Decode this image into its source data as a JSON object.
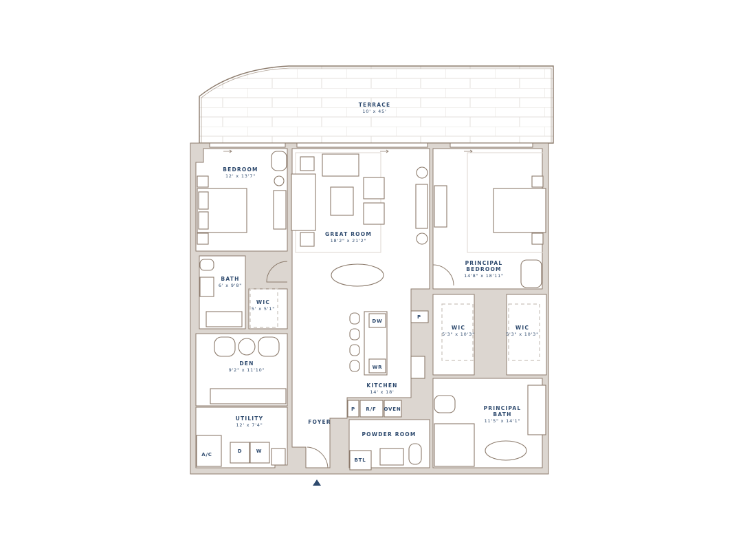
{
  "colors": {
    "wall": "#dcd6d0",
    "line": "#8c7b6c",
    "label": "#2e4a6e",
    "tile": "#e3dfdb"
  },
  "rooms": {
    "terrace": {
      "name": "TERRACE",
      "dims": "10' x 45'"
    },
    "bedroom": {
      "name": "BEDROOM",
      "dims": "12' x 13'7\""
    },
    "great_room": {
      "name": "GREAT ROOM",
      "dims": "18'2\" x 21'2\""
    },
    "principal_bedroom": {
      "name1": "PRINCIPAL",
      "name2": "BEDROOM",
      "dims": "14'8\" x 18'11\""
    },
    "bath": {
      "name": "BATH",
      "dims": "6' x 9'8\""
    },
    "wic_small": {
      "name": "WIC",
      "dims": "5' x 5'1\""
    },
    "wic_left": {
      "name": "WIC",
      "dims": "5'3\" x 10'3\""
    },
    "wic_right": {
      "name": "WIC",
      "dims": "5'3\" x 10'3\""
    },
    "den": {
      "name": "DEN",
      "dims": "9'2\" x 11'10\""
    },
    "kitchen": {
      "name": "KITCHEN",
      "dims": "14' x 18'"
    },
    "utility": {
      "name": "UTILITY",
      "dims": "12' x 7'4\""
    },
    "foyer": {
      "name": "FOYER"
    },
    "powder_room": {
      "name": "POWDER ROOM"
    },
    "principal_bath": {
      "name1": "PRINCIPAL",
      "name2": "BATH",
      "dims": "11'5\" x 14'1\""
    }
  },
  "appliances": {
    "dw": "DW",
    "wr": "WR",
    "p_upper": "P",
    "p_lower": "P",
    "rf": "R/F",
    "oven": "OVEN",
    "ac": "A/C",
    "dryer": "D",
    "washer": "W",
    "btl": "BTL"
  },
  "entry_marker": "entry-arrow"
}
